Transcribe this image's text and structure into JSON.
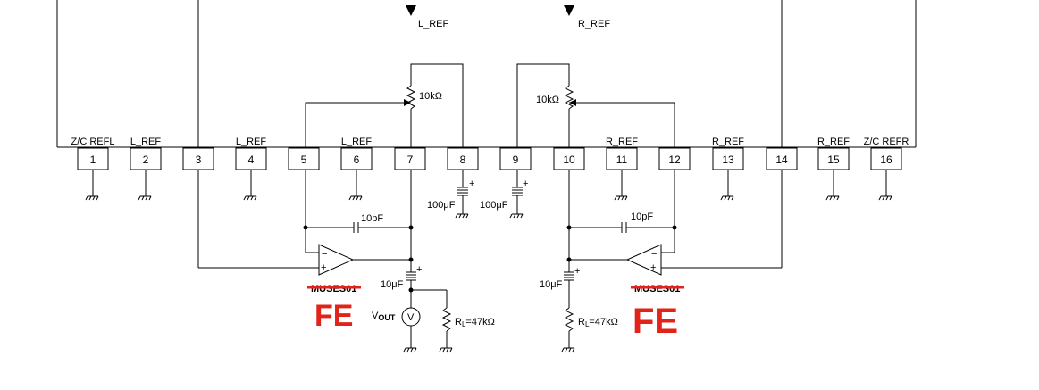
{
  "ic": {
    "pins": [
      {
        "num": "1",
        "label": "Z/C REFL"
      },
      {
        "num": "2",
        "label": "L_REF"
      },
      {
        "num": "3",
        "label": ""
      },
      {
        "num": "4",
        "label": "L_REF"
      },
      {
        "num": "5",
        "label": ""
      },
      {
        "num": "6",
        "label": "L_REF"
      },
      {
        "num": "7",
        "label": ""
      },
      {
        "num": "8",
        "label": ""
      },
      {
        "num": "9",
        "label": ""
      },
      {
        "num": "10",
        "label": ""
      },
      {
        "num": "11",
        "label": "R_REF"
      },
      {
        "num": "12",
        "label": ""
      },
      {
        "num": "13",
        "label": "R_REF"
      },
      {
        "num": "14",
        "label": ""
      },
      {
        "num": "15",
        "label": "R_REF"
      },
      {
        "num": "16",
        "label": "Z/C REFR"
      }
    ]
  },
  "top": {
    "left_ref": "L_REF",
    "right_ref": "R_REF"
  },
  "left_channel": {
    "pot": "10kΩ",
    "cap_pin8": "100μF",
    "feedback_cap": "10pF",
    "output_cap": "10μF",
    "opamp_label": "MUSES01",
    "handwritten": "FE",
    "vout_main": "V",
    "vout_sub": "OUT",
    "meter_symbol": "V",
    "load_r": "R",
    "load_sub": "L",
    "load_val": "=47kΩ"
  },
  "right_channel": {
    "pot": "10kΩ",
    "cap_pin9": "100μF",
    "feedback_cap": "10pF",
    "output_cap": "10μF",
    "opamp_label": "MUSES01",
    "handwritten": "FE",
    "load_r": "R",
    "load_sub": "L",
    "load_val": "=47kΩ"
  }
}
